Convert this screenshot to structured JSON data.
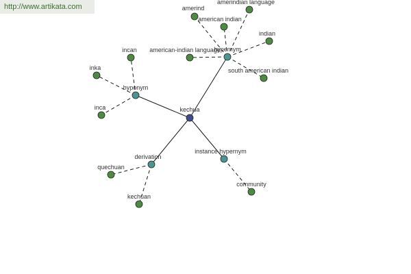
{
  "watermark": {
    "text": "http://www.artikata.com"
  },
  "colors": {
    "center": "#3d4d8c",
    "relation": "#4f9495",
    "term": "#4f8a45",
    "edge": "#1b1b1b"
  },
  "graph": {
    "nodes": [
      {
        "id": "kechua",
        "label": "kechua",
        "kind": "center"
      },
      {
        "id": "hypernym",
        "label": "hypernym",
        "kind": "relation"
      },
      {
        "id": "hyponym",
        "label": "hyponym",
        "kind": "relation"
      },
      {
        "id": "derivation",
        "label": "derivation",
        "kind": "relation"
      },
      {
        "id": "instance-hypernym",
        "label": "instance hypernym",
        "kind": "relation"
      },
      {
        "id": "amerind",
        "label": "amerind",
        "kind": "term"
      },
      {
        "id": "amerindian-language",
        "label": "amerindian language",
        "kind": "term"
      },
      {
        "id": "american-indian",
        "label": "american indian",
        "kind": "term"
      },
      {
        "id": "indian",
        "label": "indian",
        "kind": "term"
      },
      {
        "id": "american-indian-language",
        "label": "american-indian language",
        "kind": "term"
      },
      {
        "id": "south-american-indian",
        "label": "south american indian",
        "kind": "term"
      },
      {
        "id": "incan",
        "label": "incan",
        "kind": "term"
      },
      {
        "id": "inka",
        "label": "inka",
        "kind": "term"
      },
      {
        "id": "inca",
        "label": "inca",
        "kind": "term"
      },
      {
        "id": "quechuan",
        "label": "quechuan",
        "kind": "term"
      },
      {
        "id": "kechuan",
        "label": "kechuan",
        "kind": "term"
      },
      {
        "id": "community",
        "label": "community",
        "kind": "term"
      }
    ],
    "edges": [
      {
        "from": "kechua",
        "to": "hypernym",
        "style": "solid"
      },
      {
        "from": "kechua",
        "to": "hyponym",
        "style": "solid"
      },
      {
        "from": "kechua",
        "to": "derivation",
        "style": "solid"
      },
      {
        "from": "kechua",
        "to": "instance-hypernym",
        "style": "solid"
      },
      {
        "from": "hypernym",
        "to": "amerind",
        "style": "dashed"
      },
      {
        "from": "hypernym",
        "to": "amerindian-language",
        "style": "dashed"
      },
      {
        "from": "hypernym",
        "to": "american-indian",
        "style": "dashed"
      },
      {
        "from": "hypernym",
        "to": "indian",
        "style": "dashed"
      },
      {
        "from": "hypernym",
        "to": "american-indian-language",
        "style": "dashed"
      },
      {
        "from": "hypernym",
        "to": "south-american-indian",
        "style": "dashed"
      },
      {
        "from": "hyponym",
        "to": "incan",
        "style": "dashed"
      },
      {
        "from": "hyponym",
        "to": "inka",
        "style": "dashed"
      },
      {
        "from": "hyponym",
        "to": "inca",
        "style": "dashed"
      },
      {
        "from": "derivation",
        "to": "quechuan",
        "style": "dashed"
      },
      {
        "from": "derivation",
        "to": "kechuan",
        "style": "dashed"
      },
      {
        "from": "instance-hypernym",
        "to": "community",
        "style": "dashed"
      }
    ]
  }
}
